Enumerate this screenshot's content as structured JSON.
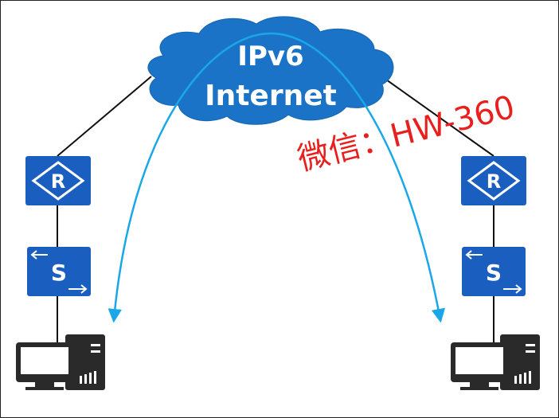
{
  "cloud": {
    "line1": "IPv6",
    "line2": "Internet",
    "color": "#1a73c6"
  },
  "devices": {
    "router_color": "#1a5fc0",
    "switch_color": "#1a5fc0",
    "router_letter": "R",
    "switch_letter": "S"
  },
  "arrow_color": "#1aa7e8",
  "watermark": {
    "text": "微信：HW-360",
    "color": "#e8201d"
  }
}
